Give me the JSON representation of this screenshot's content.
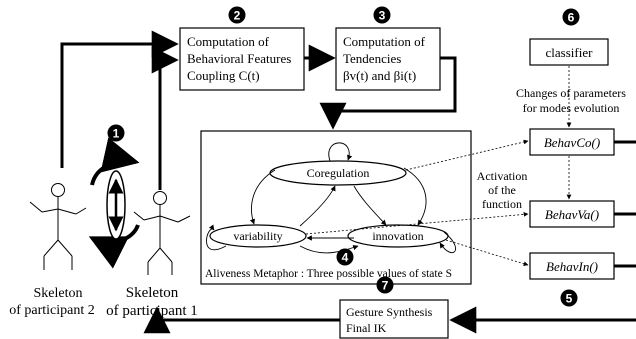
{
  "markers": [
    "1",
    "2",
    "3",
    "4",
    "5",
    "6",
    "7"
  ],
  "boxes": {
    "features": [
      "Computation of",
      "Behavioral Features",
      "Coupling C(t)"
    ],
    "tendencies": [
      "Computation of",
      "Tendencies",
      "βv(t) and βi(t)"
    ],
    "classifier": "classifier",
    "gesture": [
      "Gesture Synthesis",
      "Final IK"
    ]
  },
  "functions": {
    "co": "BehavCo()",
    "va": "BehavVa()",
    "in": "BehavIn()"
  },
  "states": {
    "coregulation": "Coregulation",
    "variability": "variability",
    "innovation": "innovation"
  },
  "aliveness_caption": "Aliveness Metaphor : Three possible values of state S",
  "notes": {
    "changes": [
      "Changes of parameters",
      "for modes evolution"
    ],
    "activation": [
      "Activation",
      "of the",
      "function"
    ]
  },
  "participants": {
    "p2": [
      "Skeleton",
      "of participant 2"
    ],
    "p1": [
      "Skeleton",
      "of participant 1"
    ]
  }
}
